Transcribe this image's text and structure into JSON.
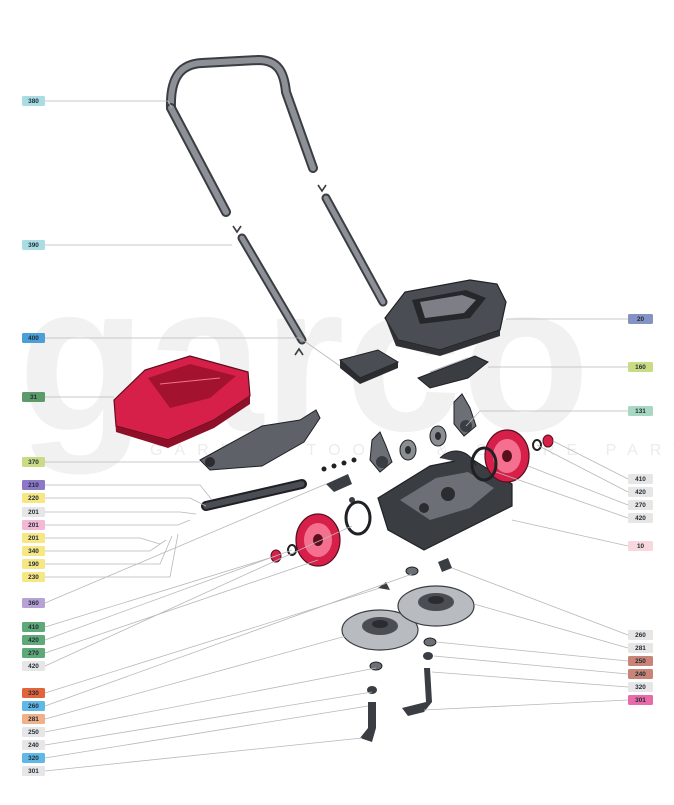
{
  "watermark": {
    "logo": "garco",
    "tagline": "GARDEN TOOLS & SPARE PARTS"
  },
  "colors": {
    "leader_line": "#b8b8b8",
    "part_red": "#d6204a",
    "part_dark": "#3a3d42",
    "part_grey": "#8a8d92"
  },
  "callouts_left": [
    {
      "id": "380",
      "label": "380",
      "color": "#a9dde3"
    },
    {
      "id": "390",
      "label": "390",
      "color": "#a9dde3"
    },
    {
      "id": "400",
      "label": "400",
      "color": "#4a9fd8"
    },
    {
      "id": "31",
      "label": "31",
      "color": "#5c9a6a"
    },
    {
      "id": "370",
      "label": "370",
      "color": "#c9dc84"
    },
    {
      "id": "210",
      "label": "210",
      "color": "#8b78c6"
    },
    {
      "id": "220",
      "label": "220",
      "color": "#f6e784"
    },
    {
      "id": "201a",
      "label": "201",
      "color": "#e6e6e6"
    },
    {
      "id": "201b",
      "label": "201",
      "color": "#f2b8d6"
    },
    {
      "id": "201c",
      "label": "201",
      "color": "#f6e784"
    },
    {
      "id": "340",
      "label": "340",
      "color": "#f6e784"
    },
    {
      "id": "190",
      "label": "190",
      "color": "#f6e784"
    },
    {
      "id": "230",
      "label": "230",
      "color": "#f6e784"
    },
    {
      "id": "360",
      "label": "360",
      "color": "#b6a2d4"
    },
    {
      "id": "410L",
      "label": "410",
      "color": "#5fa878"
    },
    {
      "id": "420L1",
      "label": "420",
      "color": "#5fa878"
    },
    {
      "id": "270L",
      "label": "270",
      "color": "#5fa878"
    },
    {
      "id": "420L2",
      "label": "420",
      "color": "#e6e6e6"
    },
    {
      "id": "330",
      "label": "330",
      "color": "#e2643c"
    },
    {
      "id": "260L",
      "label": "260",
      "color": "#5fb8e6"
    },
    {
      "id": "281L",
      "label": "281",
      "color": "#f0b08a"
    },
    {
      "id": "250L",
      "label": "250",
      "color": "#e6e6e6"
    },
    {
      "id": "240L",
      "label": "240",
      "color": "#e6e6e6"
    },
    {
      "id": "320L",
      "label": "320",
      "color": "#5fb8e6"
    },
    {
      "id": "301L",
      "label": "301",
      "color": "#e6e6e6"
    }
  ],
  "callouts_right": [
    {
      "id": "20",
      "label": "20",
      "color": "#8493c3"
    },
    {
      "id": "160",
      "label": "160",
      "color": "#c9dc84"
    },
    {
      "id": "131",
      "label": "131",
      "color": "#a8d8c4"
    },
    {
      "id": "410R",
      "label": "410",
      "color": "#e6e6e6"
    },
    {
      "id": "420R1",
      "label": "420",
      "color": "#e6e6e6"
    },
    {
      "id": "270R",
      "label": "270",
      "color": "#e6e6e6"
    },
    {
      "id": "420R2",
      "label": "420",
      "color": "#e6e6e6"
    },
    {
      "id": "10",
      "label": "10",
      "color": "#f9d7de"
    },
    {
      "id": "260R",
      "label": "260",
      "color": "#e6e6e6"
    },
    {
      "id": "281R",
      "label": "281",
      "color": "#e6e6e6"
    },
    {
      "id": "250R",
      "label": "250",
      "color": "#c98478"
    },
    {
      "id": "240R",
      "label": "240",
      "color": "#c98478"
    },
    {
      "id": "320R",
      "label": "320",
      "color": "#e6e6e6"
    },
    {
      "id": "301R",
      "label": "301",
      "color": "#e86aa8"
    }
  ]
}
